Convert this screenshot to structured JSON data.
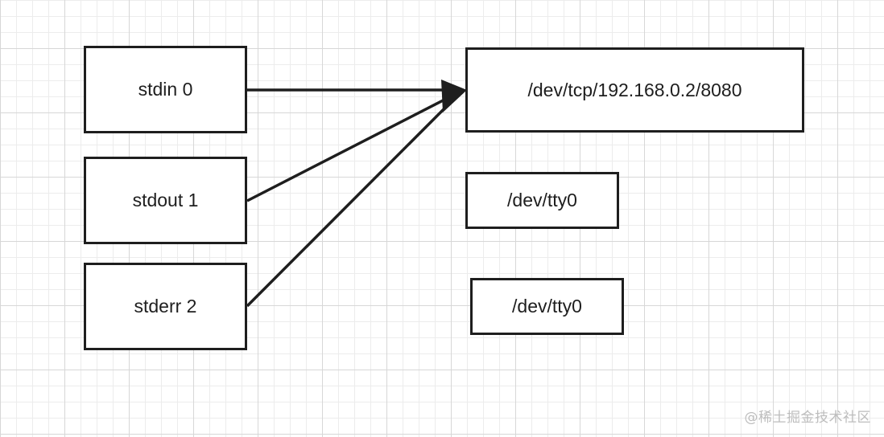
{
  "diagram": {
    "nodes": {
      "stdin": "stdin 0",
      "stdout": "stdout 1",
      "stderr": "stderr 2",
      "tcp": "/dev/tcp/192.168.0.2/8080",
      "tty_1": "/dev/tty0",
      "tty_2": "/dev/tty0"
    },
    "edges": [
      {
        "from": "stdin",
        "to": "tcp"
      },
      {
        "from": "stdout",
        "to": "tcp"
      },
      {
        "from": "stderr",
        "to": "tcp"
      }
    ]
  },
  "watermark": "@稀土掘金技术社区",
  "colors": {
    "stroke": "#1e1e1e",
    "grid_major": "#d7d7d7",
    "grid_minor": "#ececec",
    "background": "#ffffff"
  }
}
